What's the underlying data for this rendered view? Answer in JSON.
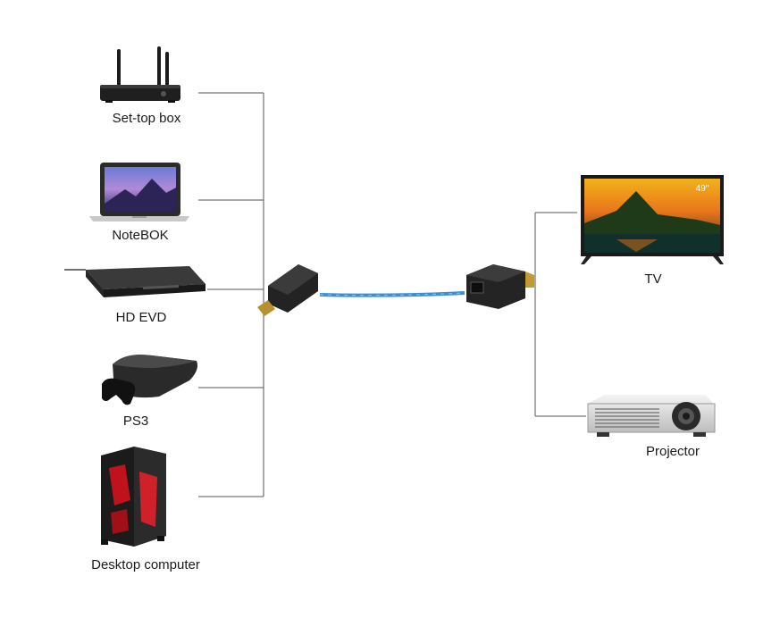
{
  "sources": [
    {
      "id": "set-top-box",
      "label": "Set-top box",
      "icon": "router-icon"
    },
    {
      "id": "notebook",
      "label": "NoteBOK",
      "icon": "laptop-icon"
    },
    {
      "id": "hd-evd",
      "label": "HD EVD",
      "icon": "dvd-player-icon"
    },
    {
      "id": "ps3",
      "label": "PS3",
      "icon": "game-console-icon"
    },
    {
      "id": "desktop-computer",
      "label": "Desktop computer",
      "icon": "desktop-tower-icon"
    }
  ],
  "displays": [
    {
      "id": "tv",
      "label": "TV",
      "icon": "tv-icon",
      "screen_badge": "49\""
    },
    {
      "id": "projector",
      "label": "Projector",
      "icon": "projector-icon"
    }
  ],
  "extender": {
    "transmitter_icon": "hdmi-extender-transmitter-icon",
    "receiver_icon": "hdmi-extender-receiver-icon",
    "cable_icon": "ethernet-cable-icon"
  },
  "colors": {
    "line": "#555555",
    "cable": "#3a8fd6",
    "device_dark": "#1c1c1c",
    "accent_red": "#d0202a"
  }
}
